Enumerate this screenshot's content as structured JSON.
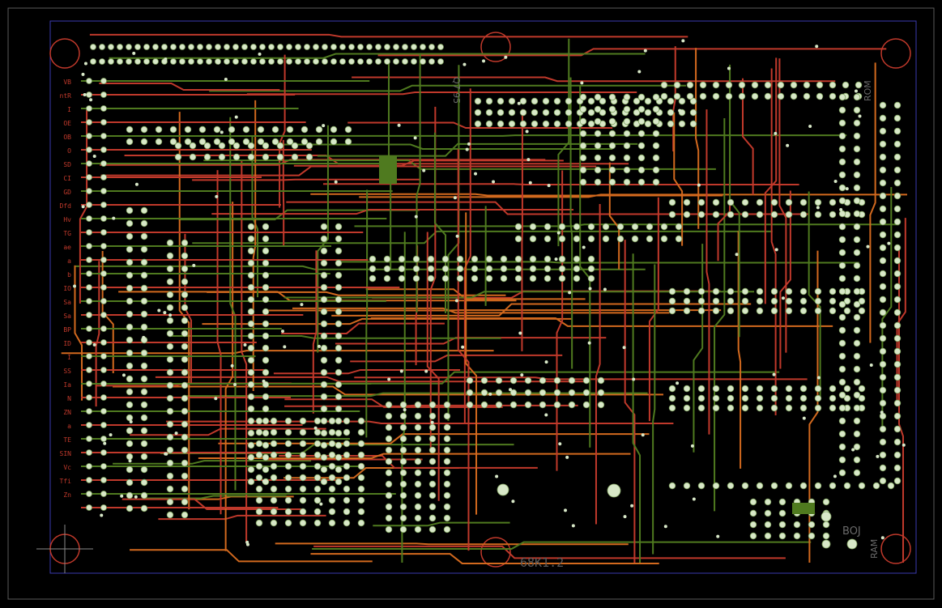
{
  "board": {
    "name": "68K1.2",
    "title_text": "68K1.2",
    "colors": {
      "background": "#000000",
      "top_copper": "#c0392b",
      "bottom_copper": "#4f7a1f",
      "via_trace_orange": "#d2691e",
      "pad_fill": "#d8e8c8",
      "silkscreen": "#6a6a6a",
      "board_outline": "#3a3ab0",
      "hole_ring": "#c0392b"
    },
    "ic_labels": {
      "rom_top": "ROM",
      "ram_bottom": "RAM",
      "rotated_small": "Q7 95",
      "rev_small": "BOJ"
    },
    "left_edge_labels": [
      "VB",
      "ntR",
      "I",
      "OE",
      "OB",
      "O",
      "SD",
      "CI",
      "GD",
      "Dfd",
      "Hv",
      "TG",
      "ae",
      "a",
      "b",
      "IO",
      "Sa",
      "Sa",
      "BP",
      "ID",
      "I",
      "SS",
      "Ia",
      "N",
      "ZN",
      "a",
      "TE",
      "SIN",
      "Vc",
      "Tfi",
      "Zn"
    ],
    "icons": [
      "mounting-hole-icon",
      "crosshair-icon"
    ]
  }
}
